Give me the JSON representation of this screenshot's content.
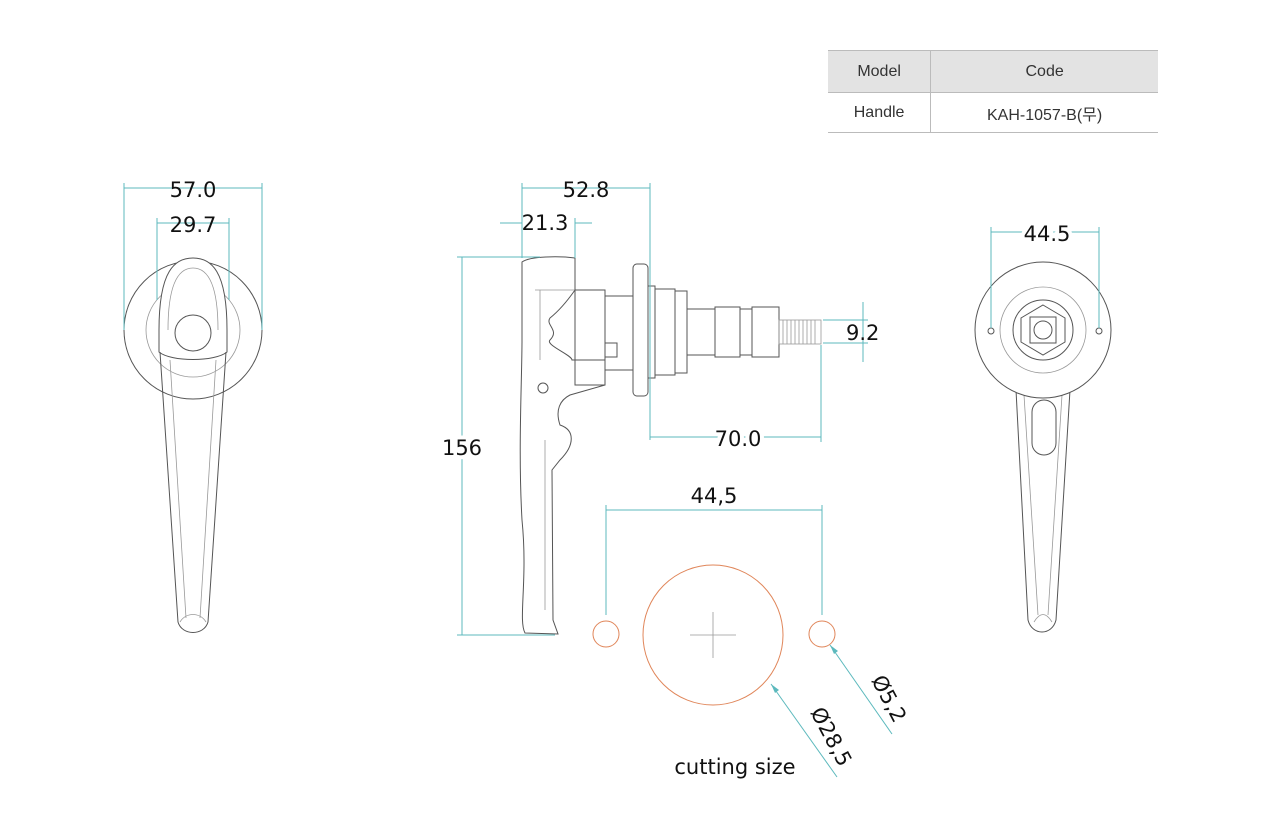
{
  "table": {
    "headers": [
      "Model",
      "Code"
    ],
    "rows": [
      [
        "Handle",
        "KAH-1057-B(무)"
      ]
    ]
  },
  "dimensions": {
    "front_width": "57.0",
    "front_head_width": "29.7",
    "side_depth": "52.8",
    "side_head": "21.3",
    "height": "156",
    "shaft_length": "70.0",
    "thread_dia": "9.2",
    "back_hole_pitch": "44.5",
    "cut_pitch": "44,5",
    "cut_big_dia": "Ø28,5",
    "cut_small_dia": "Ø5,2"
  },
  "cutting_label": "cutting size",
  "colors": {
    "dimension": "#5cb9bd",
    "cutout": "#e0865a"
  }
}
